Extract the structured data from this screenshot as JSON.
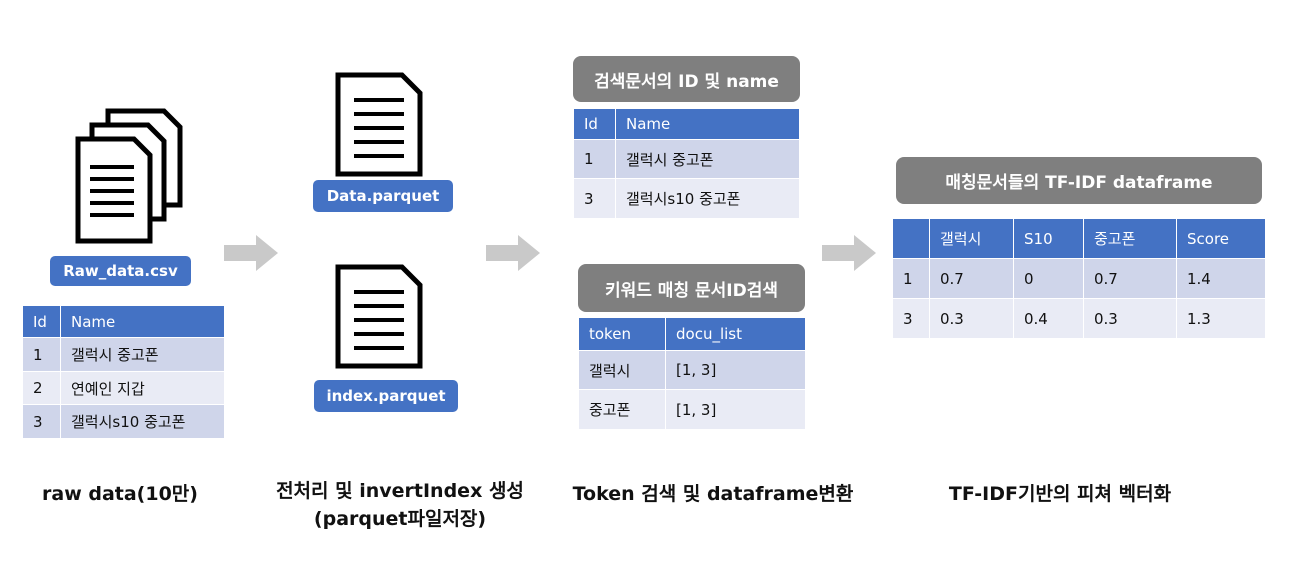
{
  "raw": {
    "file_label": "Raw_data.csv",
    "table": {
      "headers": [
        "Id",
        "Name"
      ],
      "rows": [
        [
          "1",
          "갤럭시 중고폰"
        ],
        [
          "2",
          "연예인 지갑"
        ],
        [
          "3",
          "갤럭시s10 중고폰"
        ]
      ]
    },
    "caption": "raw data(10만)"
  },
  "preprocess": {
    "file1_label": "Data.parquet",
    "file2_label": "index.parquet",
    "caption_line1": "전처리 및 invertIndex 생성",
    "caption_line2": "(parquet파일저장)"
  },
  "search": {
    "result_title": "검색문서의 ID 및 name",
    "result_table": {
      "headers": [
        "Id",
        "Name"
      ],
      "rows": [
        [
          "1",
          "갤럭시 중고폰"
        ],
        [
          "3",
          "갤럭시s10 중고폰"
        ]
      ]
    },
    "keyword_title": "키워드 매칭 문서ID검색",
    "keyword_table": {
      "headers": [
        "token",
        "docu_list"
      ],
      "rows": [
        [
          "갤럭시",
          "[1, 3]"
        ],
        [
          "중고폰",
          "[1, 3]"
        ]
      ]
    },
    "caption": "Token 검색 및 dataframe변환"
  },
  "tfidf": {
    "title": "매칭문서들의 TF-IDF dataframe",
    "table": {
      "headers": [
        "",
        "갤럭시",
        "S10",
        "중고폰",
        "Score"
      ],
      "rows": [
        [
          "1",
          "0.7",
          "0",
          "0.7",
          "1.4"
        ],
        [
          "3",
          "0.3",
          "0.4",
          "0.3",
          "1.3"
        ]
      ]
    },
    "caption": "TF-IDF기반의 피쳐 벡터화"
  },
  "colors": {
    "accent_blue": "#4472c4",
    "title_gray": "#7f7f7f",
    "row_dark": "#cfd5ea",
    "row_light": "#e9ebf5",
    "arrow_gray": "#c9c9c9"
  },
  "icons": [
    "document-stack-icon",
    "document-icon",
    "right-arrow-icon"
  ]
}
